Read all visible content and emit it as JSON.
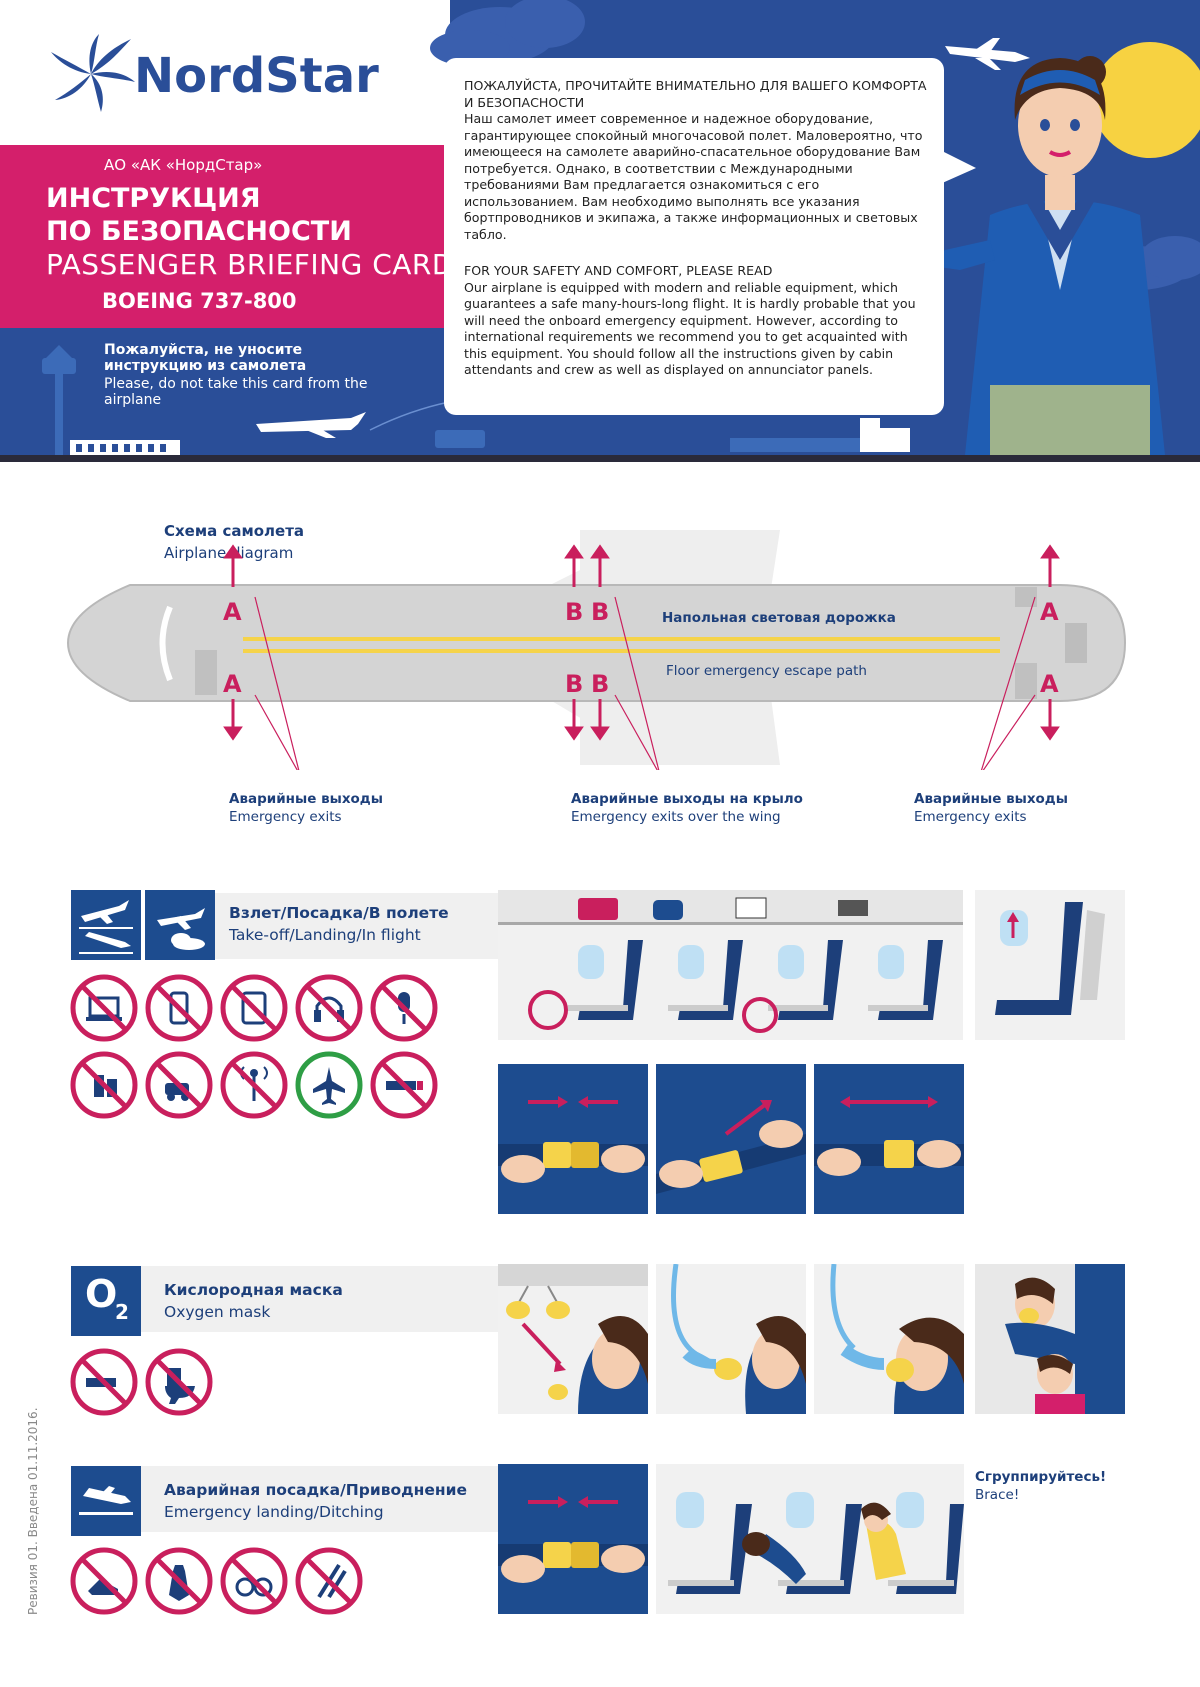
{
  "brand": {
    "name": "NordStar"
  },
  "header": {
    "company": "АО «АК «НордСтар»",
    "title_ru_line1": "ИНСТРУКЦИЯ",
    "title_ru_line2": "ПО БЕЗОПАСНОСТИ",
    "title_en": "PASSENGER BRIEFING CARD",
    "model": "BOEING 737-800",
    "keep_ru": "Пожалуйста, не уносите инструкцию из самолета",
    "keep_en": "Please, do not take this card from the airplane"
  },
  "intro": {
    "ru_heading": "ПОЖАЛУЙСТА, ПРОЧИТАЙТЕ ВНИМАТЕЛЬНО ДЛЯ ВАШЕГО КОМФОРТА И БЕЗОПАСНОСТИ",
    "ru_body": "Наш самолет имеет современное и надежное оборудование, гарантирующее спокойный многочасовой полет. Маловероятно, что имеющееся на самолете аварийно-спасательное оборудование Вам потребуется. Однако, в соответствии с Международными требованиями Вам предлагается ознакомиться с его использованием. Вам необходимо выполнять все указания бортпроводников и экипажа, а также информационных и световых табло.",
    "en_heading": "FOR YOUR SAFETY AND COMFORT, PLEASE READ",
    "en_body": "Our airplane is equipped with modern and reliable equipment, which guarantees a safe many-hours-long flight. It is hardly probable that you will need the onboard emergency equipment. However, according to international requirements we recommend you to get acquainted with this equipment. You should follow all the instructions given by cabin attendants and crew as well as displayed on annunciator panels."
  },
  "diagram": {
    "title_ru": "Схема самолета",
    "title_en": "Airplane diagram",
    "path_ru": "Напольная световая дорожка",
    "path_en": "Floor emergency escape path",
    "exit_a": "A",
    "exit_b": "B",
    "exits_front_ru": "Аварийные выходы",
    "exits_front_en": "Emergency exits",
    "exits_wing_ru": "Аварийные выходы на крыло",
    "exits_wing_en": "Emergency exits over the wing",
    "exits_rear_ru": "Аварийные выходы",
    "exits_rear_en": "Emergency exits"
  },
  "takeoff": {
    "title_ru": "Взлет/Посадка/В полете",
    "title_en": "Take-off/Landing/In flight"
  },
  "oxygen": {
    "title_ru": "Кислородная маска",
    "title_en": "Oxygen mask",
    "icon_label": "O",
    "icon_sub": "2"
  },
  "landing": {
    "title_ru": "Аварийная посадка/Приводнение",
    "title_en": "Emergency landing/Ditching",
    "brace_ru": "Сгруппируйтесь!",
    "brace_en": "Brace!"
  },
  "footer": {
    "revision": "Ревизия 01. Введена 01.11.2016."
  },
  "colors": {
    "navy": "#1d4c8f",
    "magenta": "#d41f6b",
    "yellow": "#f5d34a",
    "prohibit": "#c91f5d",
    "allow": "#2e9e45"
  }
}
